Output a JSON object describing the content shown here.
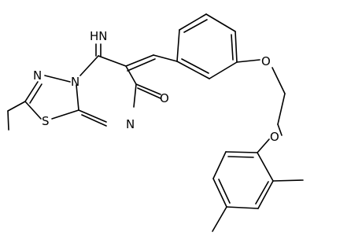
{
  "molecule": {
    "atom_labels": {
      "imine": "HN",
      "n_bridge": "N",
      "n_ring": "N",
      "n_thiadiazole": "N",
      "sulfur": "S",
      "carbonyl_oxygen": "O",
      "ether_oxygen_1": "O",
      "ether_oxygen_2": "O"
    }
  }
}
